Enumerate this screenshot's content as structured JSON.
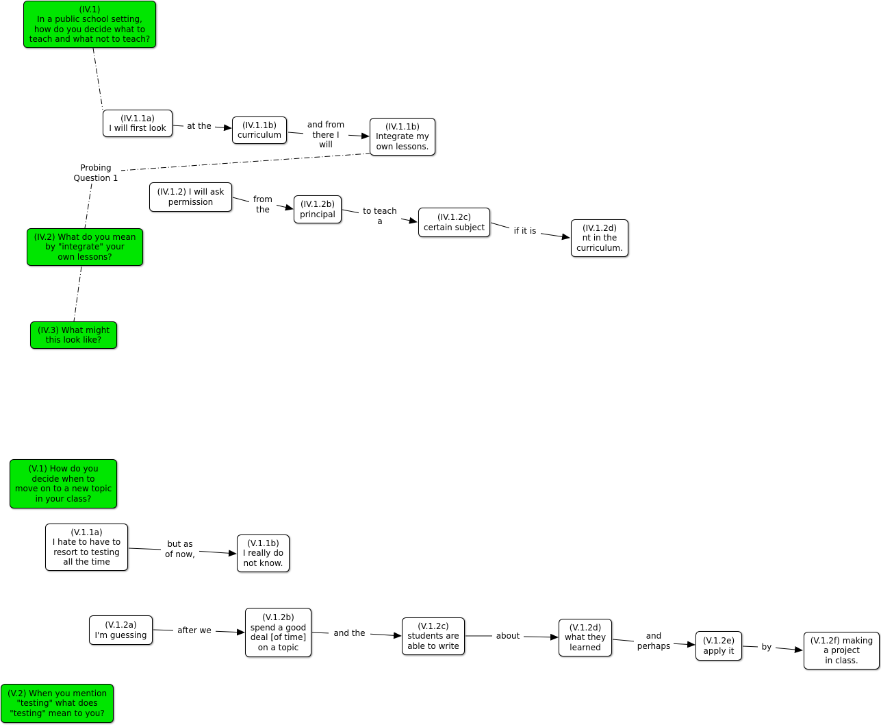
{
  "nodes": {
    "iv1": "(IV.1)\nIn a public school setting,\nhow do you decide what to\nteach and what not to teach?",
    "iv11a": "(IV.1.1a)\nI will first look",
    "iv11b": "(IV.1.1b)\ncurriculum",
    "iv11b2": "(IV.1.1b)\nIntegrate my\nown lessons.",
    "iv12": "(IV.1.2) I will ask\npermission",
    "iv12b": "(IV.1.2b)\nprincipal",
    "iv12c": "(IV.1.2c)\ncertain subject",
    "iv12d": "(IV.1.2d)\nnt in the\ncurriculum.",
    "iv2": "(IV.2) What do you mean\nby \"integrate\" your\nown lessons?",
    "iv3": "(IV.3) What might\nthis look like?",
    "v1": "(V.1) How do you\ndecide when to\nmove on to a new topic\nin your class?",
    "v11a": "(V.1.1a)\nI hate to have to\nresort to testing\nall the time",
    "v11b": "(V.1.1b)\nI really do\nnot know.",
    "v12a": "(V.1.2a)\nI'm guessing",
    "v12b": "(V.1.2b)\nspend a good\ndeal [of time]\non a topic",
    "v12c": "(V.1.2c)\nstudents are\nable to write",
    "v12d": "(V.1.2d)\nwhat they\nlearned",
    "v12e": "(V.1.2e)\napply it",
    "v12f": "(V.1.2f) making\na project\nin class.",
    "v2": "(V.2) When you mention\n\"testing\" what does\n\"testing\" mean to you?"
  },
  "labels": {
    "probing": "Probing\nQuestion 1",
    "at_the": "at the",
    "and_from": "and from\nthere I\nwill",
    "from_the": "from\nthe",
    "to_teach": "to teach\na",
    "if_it_is": "if it is",
    "but_as": "but as\nof now,",
    "after_we": "after we",
    "and_the": "and the",
    "about": "about",
    "and_perhaps": "and\nperhaps",
    "by": "by"
  },
  "colors": {
    "question_fill": "#00e600",
    "node_fill": "#ffffff",
    "line": "#000000"
  }
}
